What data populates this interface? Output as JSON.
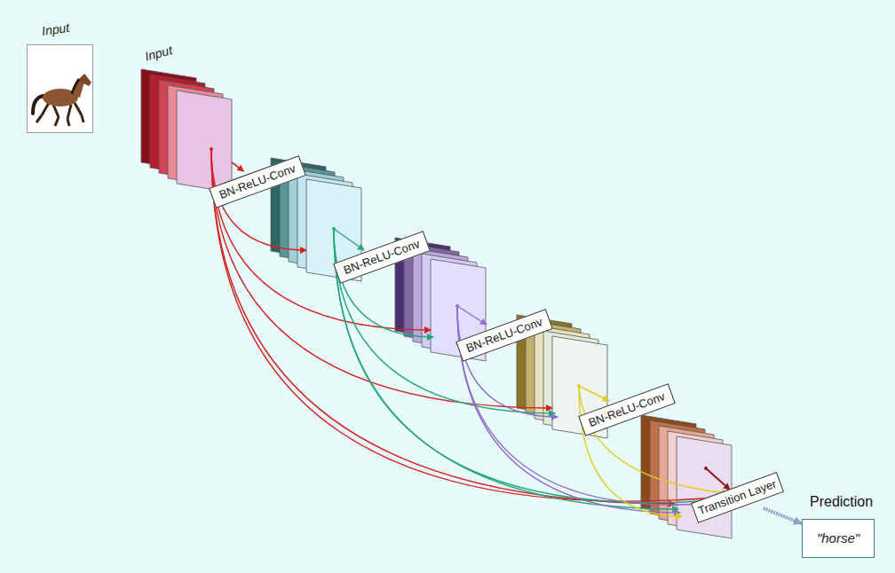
{
  "diagram": {
    "nodes": [
      {
        "text": [
          "Input"
        ]
      },
      {
        "text": [
          "Input"
        ]
      },
      {
        "text": [
          "BN-ReLU-Conv"
        ]
      },
      {
        "text": [
          "BN-ReLU-Conv"
        ]
      },
      {
        "text": [
          "BN-ReLU-Conv"
        ]
      },
      {
        "text": [
          "BN-ReLU-Conv"
        ]
      },
      {
        "text": [
          "Transition Layer"
        ]
      },
      {
        "text": [
          "Prediction",
          "\"horse\""
        ]
      }
    ],
    "edges": [
      {
        "from": 1,
        "to": 2,
        "arrow": "to"
      },
      {
        "from": 6,
        "to": 7,
        "arrow": "to"
      }
    ]
  }
}
